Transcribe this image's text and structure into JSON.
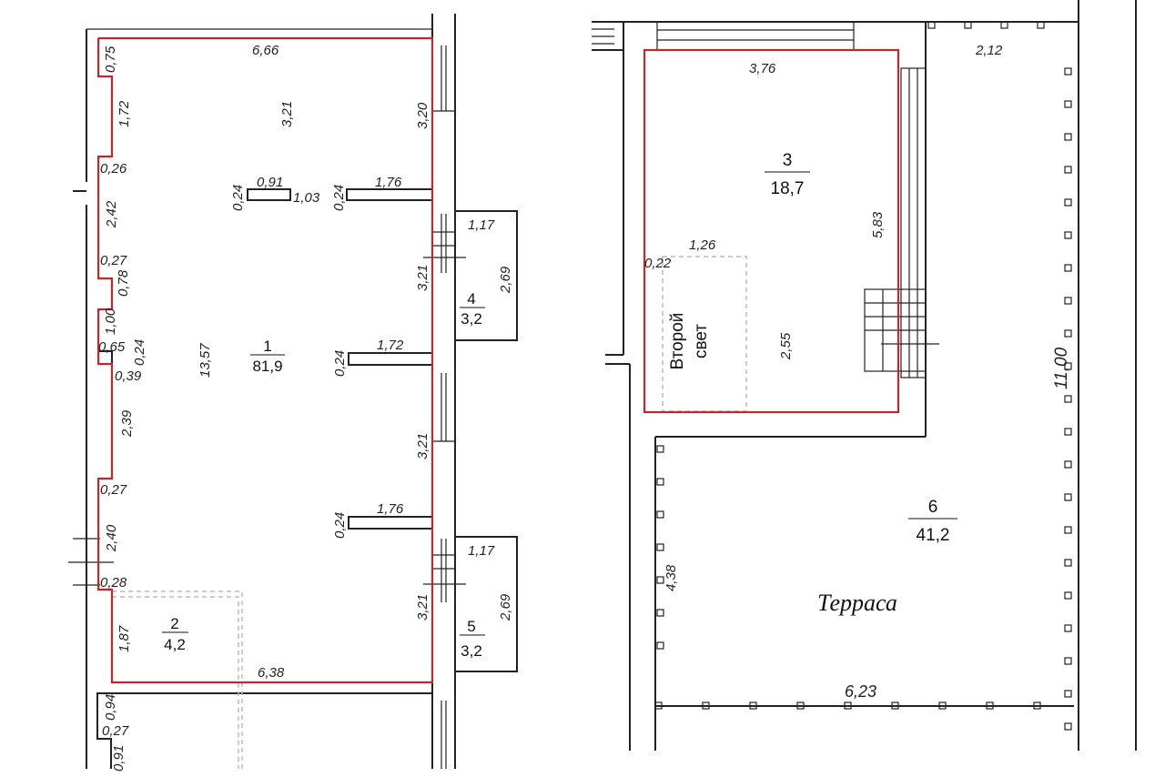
{
  "left_plan": {
    "rooms": [
      {
        "number": "1",
        "area": "81,9"
      },
      {
        "number": "2",
        "area": "4,2"
      },
      {
        "number": "4",
        "area": "3,2"
      },
      {
        "number": "5",
        "area": "3,2"
      }
    ],
    "dimensions": {
      "top": "6,66",
      "bottom": "6,38",
      "center_v_top": "3,21",
      "total_height": "13,57",
      "right_1": "3,20",
      "right_2": "3,21",
      "right_3": "3,21",
      "right_4": "3,21",
      "l_075": "0,75",
      "l_172": "1,72",
      "l_026": "0,26",
      "l_242": "2,42",
      "l_027a": "0,27",
      "l_078": "0,78",
      "l_100": "1,00",
      "l_065": "0,65",
      "l_024": "0,24",
      "l_039": "0,39",
      "l_239": "2,39",
      "l_027b": "0,27",
      "l_240": "2,40",
      "l_028": "0,28",
      "l_187": "1,87",
      "l_094": "0,94",
      "l_027c": "0,27",
      "l_091": "0,91",
      "col_024": "0,24",
      "col_091": "0,91",
      "col_103": "1,03",
      "wall1_024": "0,24",
      "wall1_len": "1,76",
      "wall2_024": "0,24",
      "wall2_len": "1,72",
      "wall3_024": "0,24",
      "wall3_len": "1,76",
      "balc4_w": "1,17",
      "balc4_h": "2,69",
      "balc5_w": "1,17",
      "balc5_h": "2,69"
    }
  },
  "right_plan": {
    "rooms": [
      {
        "number": "3",
        "area": "18,7"
      },
      {
        "number": "6",
        "area": "41,2"
      }
    ],
    "second_light_line1": "Второй",
    "second_light_line2": "свет",
    "terrace_label": "Терраса",
    "dimensions": {
      "top": "3,76",
      "corner": "2,12",
      "right_h": "5,83",
      "void_w": "1,26",
      "void_off": "0,22",
      "void_h": "2,55",
      "terrace_h": "11,00",
      "terrace_left": "4,38",
      "terrace_bottom": "6,23"
    }
  }
}
